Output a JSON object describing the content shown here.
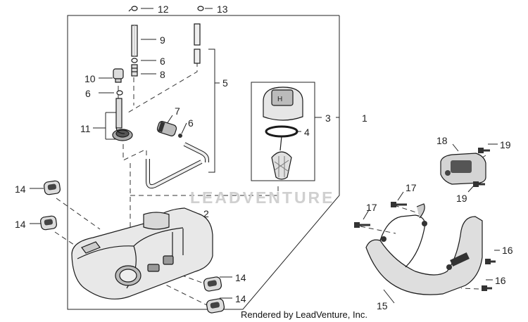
{
  "diagram": {
    "watermark": "LEADVENTURE",
    "rendered_by": "Rendered by LeadVenture, Inc.",
    "callouts": [
      "1",
      "2",
      "3",
      "4",
      "5",
      "6",
      "6",
      "6",
      "7",
      "8",
      "9",
      "10",
      "11",
      "12",
      "13",
      "14",
      "14",
      "14",
      "14",
      "15",
      "16",
      "16",
      "17",
      "17",
      "18",
      "19",
      "19"
    ]
  },
  "colors": {
    "line": "#1a1a1a",
    "part_fill": "#ececec",
    "dark_part": "#2a2a2a",
    "watermark": "#d0d0d0"
  }
}
